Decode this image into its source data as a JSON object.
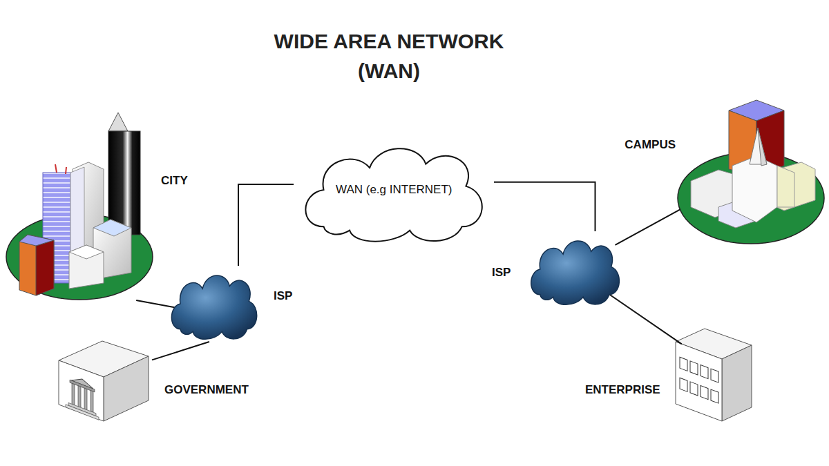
{
  "diagram": {
    "title": "WIDE AREA NETWORK (WAN)",
    "nodes": [
      {
        "text": [
          "WAN (e.g INTERNET)"
        ]
      },
      {
        "text": [
          "CITY"
        ]
      },
      {
        "text": [
          "CAMPUS"
        ]
      },
      {
        "text": [
          "ISP"
        ]
      },
      {
        "text": [
          "ISP"
        ]
      },
      {
        "text": [
          "GOVERNMENT"
        ]
      },
      {
        "text": [
          "ENTERPRISE"
        ]
      }
    ],
    "edges": [
      {
        "from": 1,
        "to": 3,
        "arrow": "none"
      },
      {
        "from": 5,
        "to": 3,
        "arrow": "none"
      },
      {
        "from": 3,
        "to": 0,
        "arrow": "none"
      },
      {
        "from": 0,
        "to": 4,
        "arrow": "none"
      },
      {
        "from": 4,
        "to": 2,
        "arrow": "none"
      },
      {
        "from": 4,
        "to": 6,
        "arrow": "none"
      }
    ]
  }
}
